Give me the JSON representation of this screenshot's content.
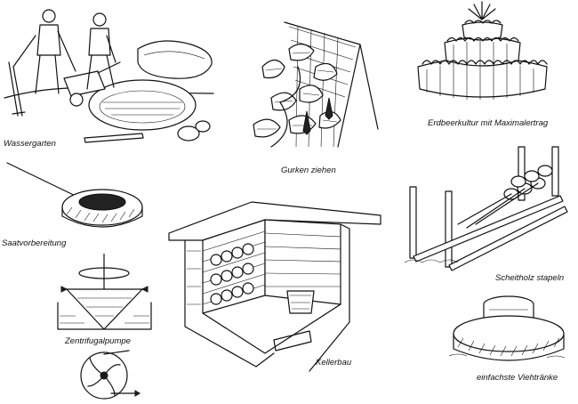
{
  "captions": {
    "wassergarten": "Wassergarten",
    "gurken": "Gurken ziehen",
    "erdbeer": "Erdbeerkultur mit Maximalertrag",
    "saatvorbereitung": "Saatvorbereitung",
    "scheitholz": "Scheitholz stapeln",
    "zentrifugal": "Zentrifugalpumpe",
    "kellerbau": "Kellerbau",
    "viehtraenke": "einfachste Viehtränke"
  }
}
